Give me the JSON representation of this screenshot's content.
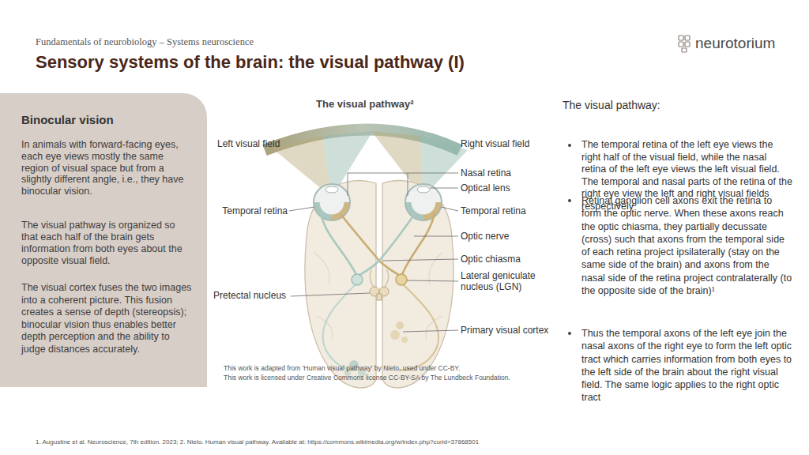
{
  "diagram": {
    "title": "Sensory systems of the brain: the visual pathway (I)",
    "nodes": [
      {
        "text": [
          "Binocular vision",
          "In animals with forward-facing eyes, each eye views mostly the same region of visual space but from a slightly different angle, i.e., they have binocular vision.",
          "The visual pathway is organized so that each half of the brain gets information from both eyes about the opposite visual field.",
          "The visual cortex fuses the two images into a coherent picture. This fusion creates a sense of depth (stereopsis); binocular vision thus enables better depth perception and the ability to judge distances accurately."
        ]
      }
    ],
    "labels": [
      "Fundamentals of neurobiology – Systems neuroscience",
      "neurotorium",
      "The visual pathway²",
      "Left visual field",
      "Right visual field",
      "Nasal retina",
      "Optical lens",
      "Temporal retina",
      "Temporal retina",
      "Optic nerve",
      "Optic chiasma",
      "Lateral geniculate nucleus (LGN)",
      "Pretectal nucleus",
      "Primary visual cortex",
      "This work is adapted from 'Human visual pathway' by Nieto, used under CC-BY.",
      "This work is licensed under Creative Commons license CC-BY-SA by The Lundbeck Foundation.",
      "The visual pathway:",
      "The temporal retina of the left eye views the right half of the visual field, while the nasal retina of the left eye views the left visual field. The temporal and nasal parts of the retina of the right eye view the left and right visual fields respectively",
      "Retinal ganglion cell axons exit the retina to form the optic nerve. When these axons reach the optic chiasma, they partially decussate (cross) such that axons from the temporal side of each retina project ipsilaterally (stay on the same side of the brain) and axons from the nasal side of the retina project contralaterally (to the opposite side of the brain)¹",
      "Thus the temporal axons of the left eye join the nasal axons of the right eye to form the left optic tract which carries information from both eyes to the left side of the brain about the right visual field. The same logic applies to the right optic tract",
      "1. Augustine et al. Neuroscience, 7th edition. 2023; 2. Nieto. Human visual pathway. Available at: https://commons.wikimedia.org/w/index.php?curid=37868501"
    ]
  }
}
